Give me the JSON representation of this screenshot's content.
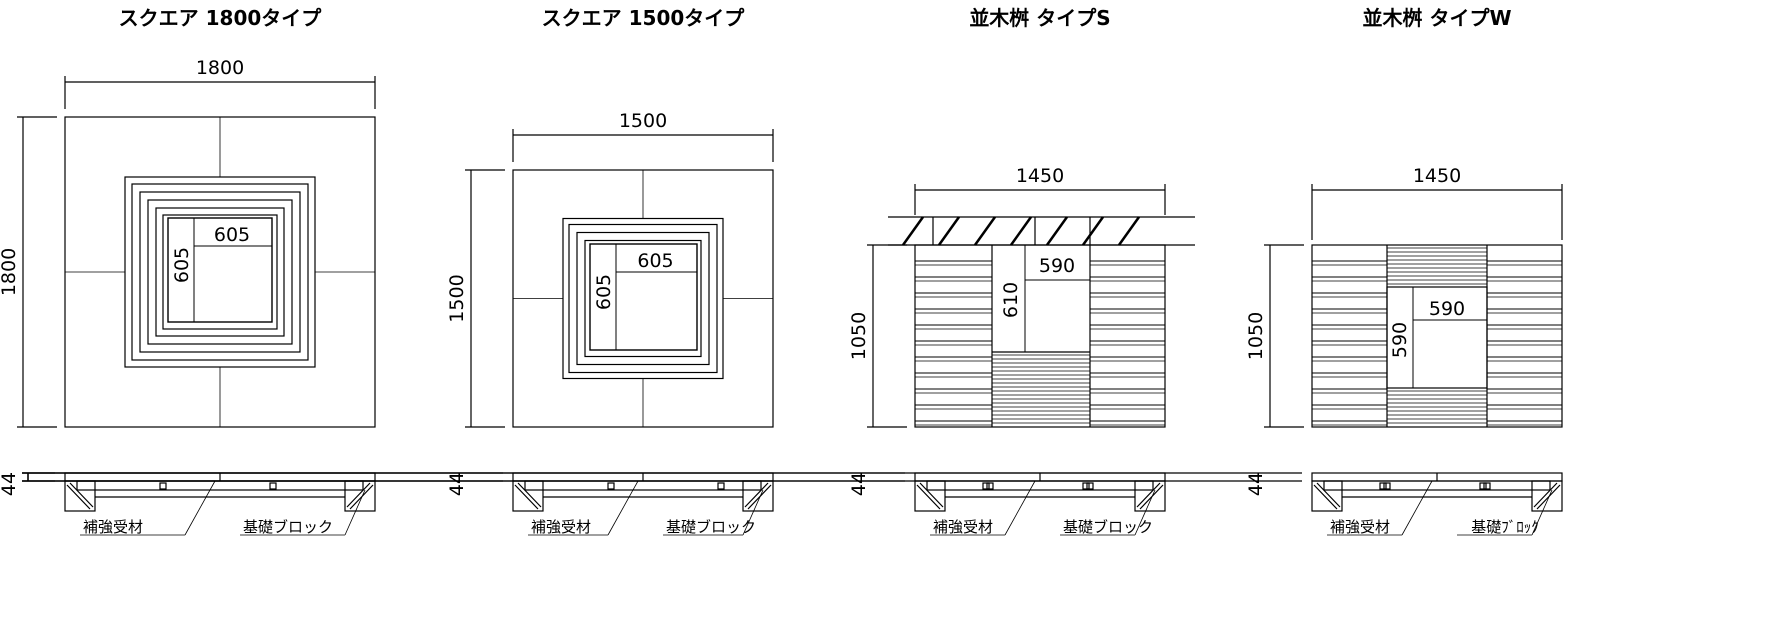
{
  "panels": [
    {
      "title": "スクエア 1800タイプ",
      "width": "1800",
      "height": "1800",
      "opening_w": "605",
      "opening_h": "605",
      "thickness": "44",
      "label_left": "補強受材",
      "label_right": "基礎ブロック"
    },
    {
      "title": "スクエア 1500タイプ",
      "width": "1500",
      "height": "1500",
      "opening_w": "605",
      "opening_h": "605",
      "thickness": "44",
      "label_left": "補強受材",
      "label_right": "基礎ブロック"
    },
    {
      "title": "並木桝 タイプS",
      "width": "1450",
      "height": "1050",
      "opening_w": "590",
      "opening_h": "610",
      "thickness": "44",
      "label_left": "補強受材",
      "label_right": "基礎ブロック"
    },
    {
      "title": "並木桝 タイプW",
      "width": "1450",
      "height": "1050",
      "opening_w": "590",
      "opening_h": "590",
      "thickness": "44",
      "label_left": "補強受材",
      "label_right": "基礎ﾌﾞﾛｯｸ"
    }
  ],
  "colors": {
    "line": "#000000",
    "background": "#ffffff"
  }
}
